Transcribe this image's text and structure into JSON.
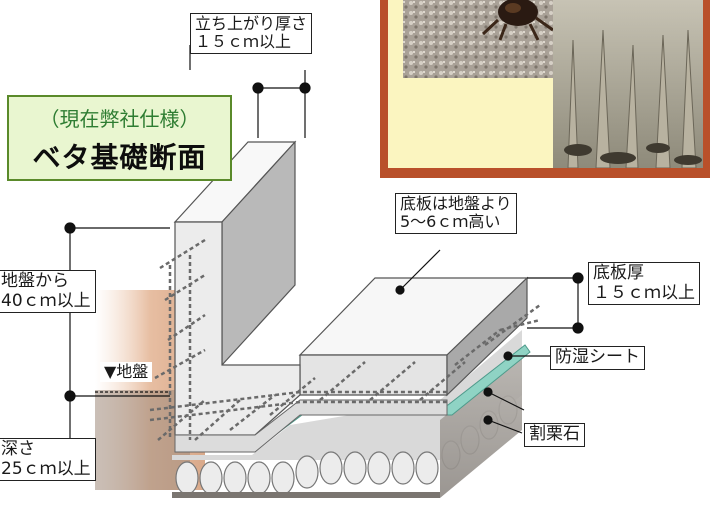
{
  "title": {
    "subtitle": "（現在弊社仕様）",
    "main": "ベタ基礎断面"
  },
  "labels": {
    "rise_thickness": {
      "line1": "立ち上がり厚さ",
      "line2": "１５ｃｍ以上"
    },
    "base_height": {
      "line1": "底板は地盤より",
      "line2": "5～6ｃｍ高い"
    },
    "ground_height": {
      "line1": "地盤から",
      "line2": "40ｃｍ以上"
    },
    "base_thickness": {
      "line1": "底板厚",
      "line2": "１５ｃｍ以上"
    },
    "ground": "▼地盤",
    "moisture_sheet": "防湿シート",
    "crushed_stone": "割栗石",
    "depth": {
      "line1": "深さ",
      "line2": "25ｃｍ以上"
    }
  },
  "colors": {
    "title_bg": "#e9f6d0",
    "title_border": "#5a8a2a",
    "title_sub": "#2e7d32",
    "photo_frame": "#b9502a",
    "photo_cream": "#fbf5c0",
    "concrete_top": "#f7f7f7",
    "concrete_front": "#e6e6e6",
    "concrete_dark": "#a8a8a8",
    "moisture_sheet": "#8fd3c4",
    "gravel": "#d8d8d8",
    "soil": "#c9a48c"
  }
}
